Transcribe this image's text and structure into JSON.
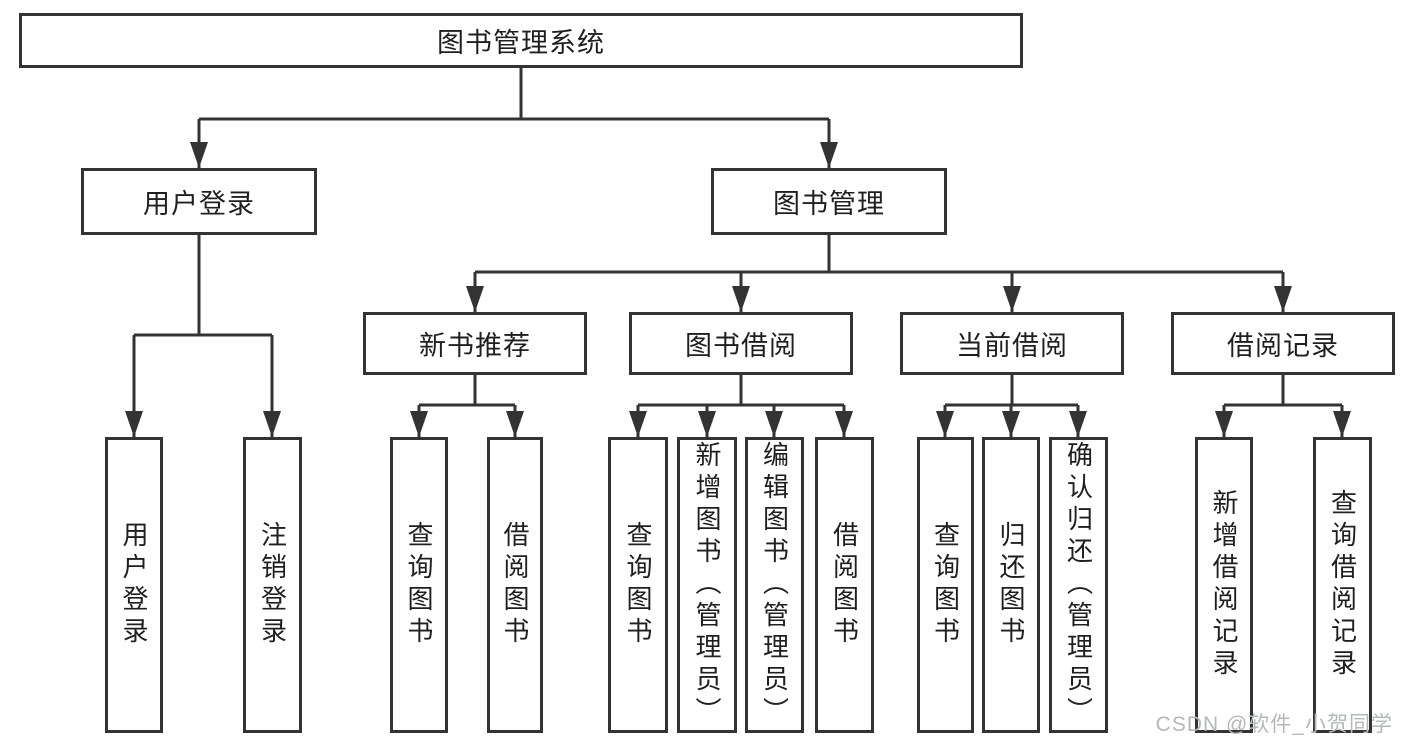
{
  "diagram": {
    "title": "图书管理系统",
    "root": {
      "label": "图书管理系统"
    },
    "level2": {
      "user_login": {
        "label": "用户登录"
      },
      "book_mgmt": {
        "label": "图书管理"
      }
    },
    "level3": {
      "new_books": {
        "label": "新书推荐"
      },
      "borrowing": {
        "label": "图书借阅"
      },
      "current": {
        "label": "当前借阅"
      },
      "records": {
        "label": "借阅记录"
      }
    },
    "leaves": {
      "user_login": [
        "用户登录",
        "注销登录"
      ],
      "new_books": [
        "查询图书",
        "借阅图书"
      ],
      "borrowing": [
        "查询图书",
        "新增图书（管理员）",
        "编辑图书（管理员）",
        "借阅图书"
      ],
      "current": [
        "查询图书",
        "归还图书",
        "确认归还（管理员）"
      ],
      "records": [
        "新增借阅记录",
        "查询借阅记录"
      ]
    },
    "colors": {
      "line": "#333333",
      "text": "#1f1f1f",
      "box_background": "#ffffff"
    }
  },
  "watermark": {
    "text": "CSDN @软件_小贺同学",
    "color": "#b5b8ba"
  }
}
